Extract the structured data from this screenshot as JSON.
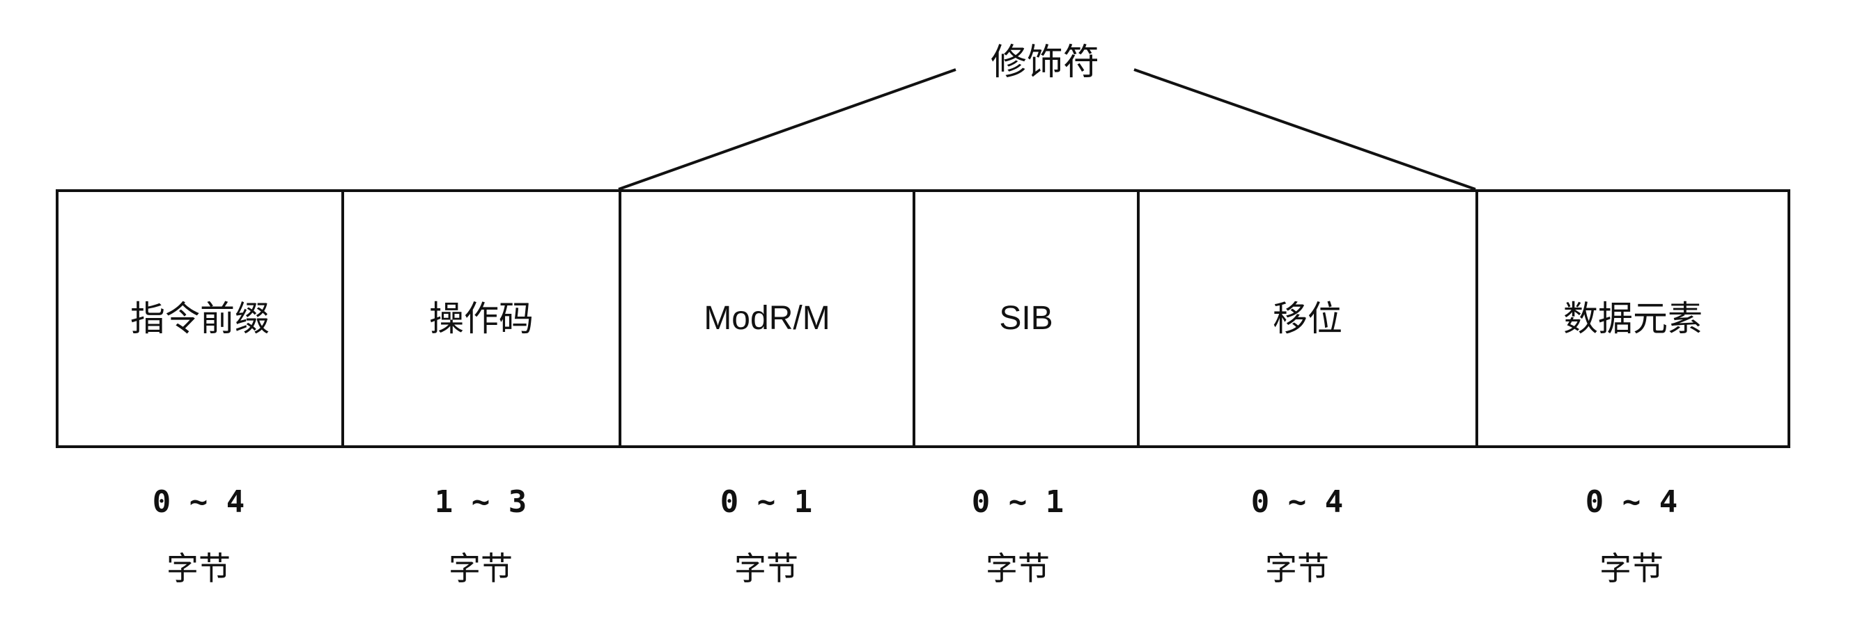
{
  "modifier_label": "修饰符",
  "fields": [
    {
      "label": "指令前缀",
      "range": "0 ~ 4",
      "unit": "字节"
    },
    {
      "label": "操作码",
      "range": "1 ~ 3",
      "unit": "字节"
    },
    {
      "label": "ModR/M",
      "range": "0 ~ 1",
      "unit": "字节"
    },
    {
      "label": "SIB",
      "range": "0 ~ 1",
      "unit": "字节"
    },
    {
      "label": "移位",
      "range": "0 ~ 4",
      "unit": "字节"
    },
    {
      "label": "数据元素",
      "range": "0 ~ 4",
      "unit": "字节"
    }
  ]
}
